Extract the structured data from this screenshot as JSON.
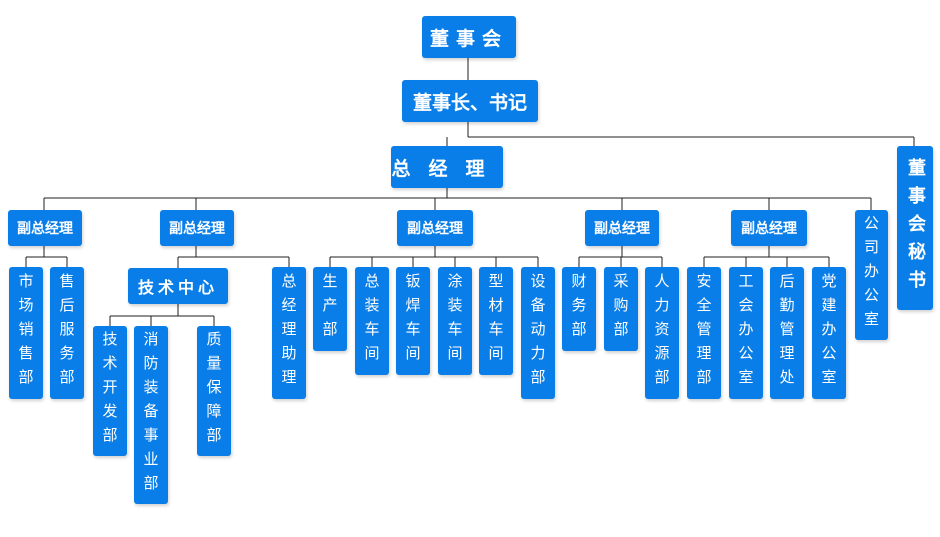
{
  "org": {
    "board": "董事会",
    "chairman": "董事长、书记",
    "gm": "总经理",
    "board_secretary": "董事会秘书",
    "vgm1": "副总经理",
    "vgm2": "副总经理",
    "vgm3": "副总经理",
    "vgm4": "副总经理",
    "vgm5": "副总经理",
    "company_office": "公司办公室",
    "market_sales": "市场销售部",
    "after_sales": "售后服务部",
    "tech_center": "技术中心",
    "gm_assistant": "总经理助理",
    "tech_dev": "技术开发部",
    "fire_equipment": "消防装备事业部",
    "quality": "质量保障部",
    "production": "生产部",
    "assembly_workshop": "总装车间",
    "sheet_metal_workshop": "钣焊车间",
    "painting_workshop": "涂装车间",
    "profile_workshop": "型材车间",
    "equipment_power": "设备动力部",
    "finance": "财务部",
    "purchasing": "采购部",
    "hr": "人力资源部",
    "safety": "安全管理部",
    "union_office": "工会办公室",
    "logistics": "后勤管理处",
    "party_office": "党建办公室"
  },
  "colors": {
    "node_fill": "#0a7ee8",
    "node_text": "#ffffff",
    "connector": "#1f1f1f"
  }
}
